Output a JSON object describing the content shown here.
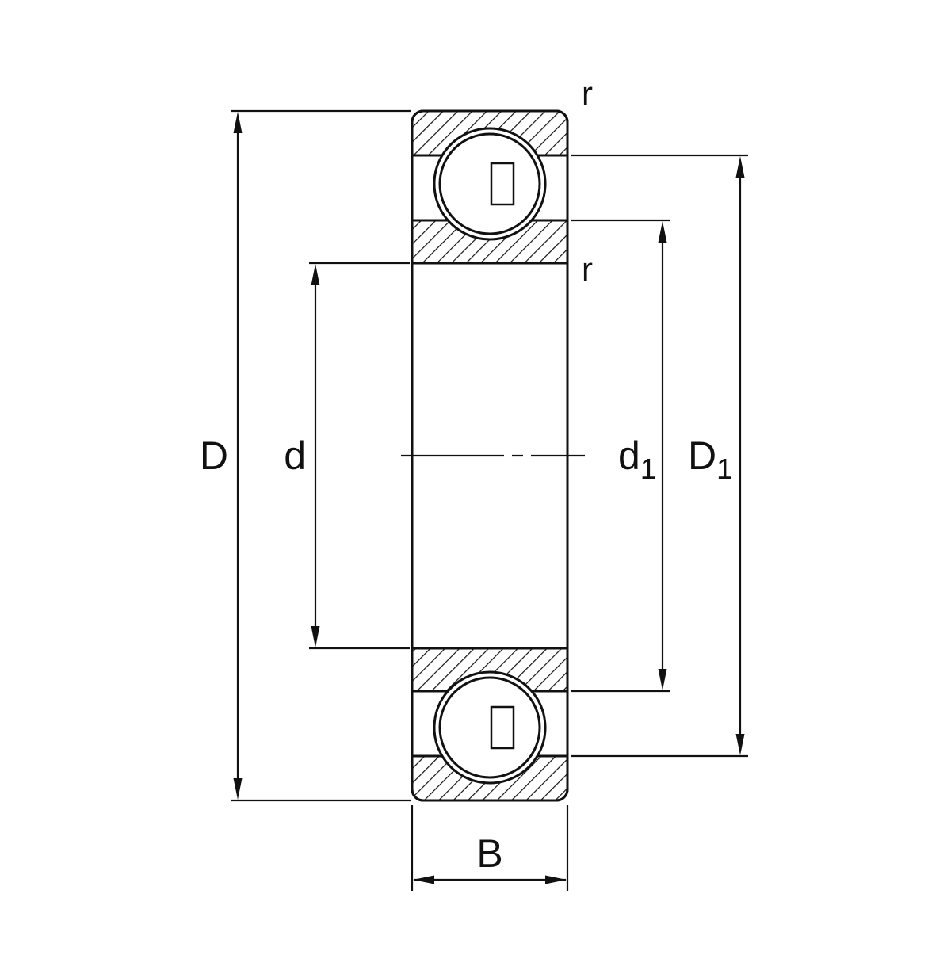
{
  "diagram": {
    "kind": "deep-groove-ball-bearing-cross-section",
    "colors": {
      "line": "#111111",
      "background": "#ffffff"
    },
    "labels": {
      "outer_diameter": "D",
      "bore_diameter": "d",
      "inner_shoulder_base": "d",
      "inner_shoulder_sub": "1",
      "outer_shoulder_base": "D",
      "outer_shoulder_sub": "1",
      "width": "B",
      "corner_radius_top": "r",
      "corner_radius_inner": "r"
    }
  }
}
